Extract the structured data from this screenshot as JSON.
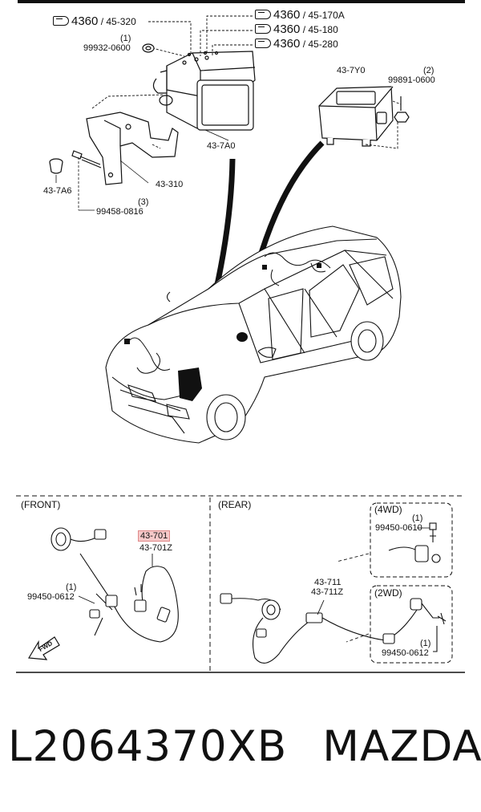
{
  "refs": {
    "r1": {
      "main": "4360",
      "sub": "/ 45-320"
    },
    "r2": {
      "main": "4360",
      "sub": "/ 45-170A"
    },
    "r3": {
      "main": "4360",
      "sub": "/ 45-180"
    },
    "r4": {
      "main": "4360",
      "sub": "/ 45-280"
    }
  },
  "parts_top": {
    "p1_qty": "(1)",
    "p1": "99932-0600",
    "p2": "43-7Y0",
    "p3_qty": "(2)",
    "p3": "99891-0600",
    "p4": "43-7A0",
    "p5": "43-310",
    "p6": "43-7A6",
    "p7_qty": "(3)",
    "p7": "99458-0816"
  },
  "front": {
    "title": "(FRONT)",
    "part_a": "43-701",
    "part_b": "43-701Z",
    "bolt_qty": "(1)",
    "bolt": "99450-0612",
    "fwd": "FWD"
  },
  "rear": {
    "title": "(REAR)",
    "part_a": "43-711",
    "part_b": "43-711Z",
    "awd_title": "(4WD)",
    "awd_qty": "(1)",
    "awd_bolt": "99450-0610",
    "twd_title": "(2WD)",
    "twd_qty": "(1)",
    "twd_bolt": "99450-0612"
  },
  "footer": {
    "part_number": "L2064370XB",
    "brand": "MAZDA"
  }
}
